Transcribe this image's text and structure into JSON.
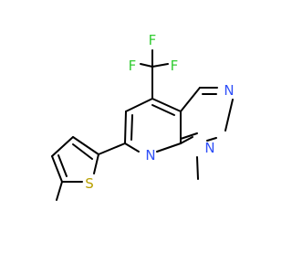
{
  "molecule": {
    "atoms": {
      "F_top": {
        "label": "F",
        "color": "#33cc33"
      },
      "F_left": {
        "label": "F",
        "color": "#33cc33"
      },
      "F_right": {
        "label": "F",
        "color": "#33cc33"
      },
      "N_pyrazole": {
        "label": "N",
        "color": "#3050f8"
      },
      "N_methyl": {
        "label": "N",
        "color": "#3050f8"
      },
      "N_pyridine": {
        "label": "N",
        "color": "#3050f8"
      },
      "S_thiophene": {
        "label": "S",
        "color": "#b8a000"
      }
    },
    "bond_color": "#000000"
  }
}
